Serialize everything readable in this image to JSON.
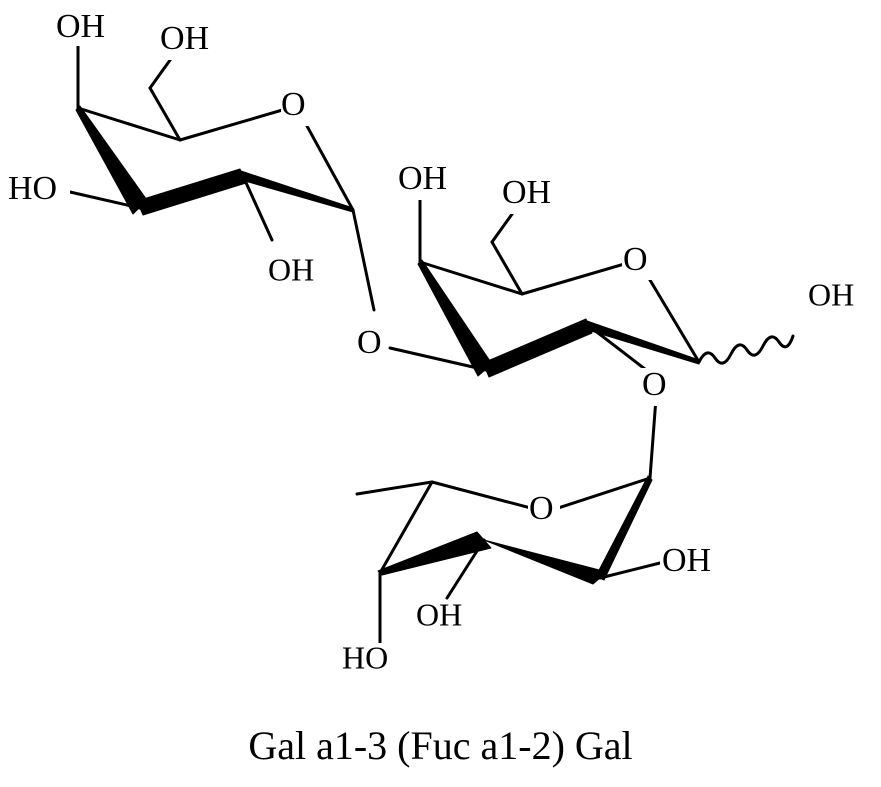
{
  "molecule": {
    "caption": "Gal a1-3 (Fuc a1-2) Gal",
    "atom_labels": {
      "gal1_o4": "OH",
      "gal1_o6": "OH",
      "gal1_ring_o": "O",
      "gal1_o3": "HO",
      "gal1_o2": "OH",
      "glyco_o3": "O",
      "gal2_o4": "OH",
      "gal2_o6": "OH",
      "gal2_ring_o": "O",
      "gal2_anomeric_oh": "OH",
      "glyco_o2": "O",
      "fuc_ring_o": "O",
      "fuc_o2": "OH",
      "fuc_o3": "OH",
      "fuc_o4": "HO"
    }
  }
}
